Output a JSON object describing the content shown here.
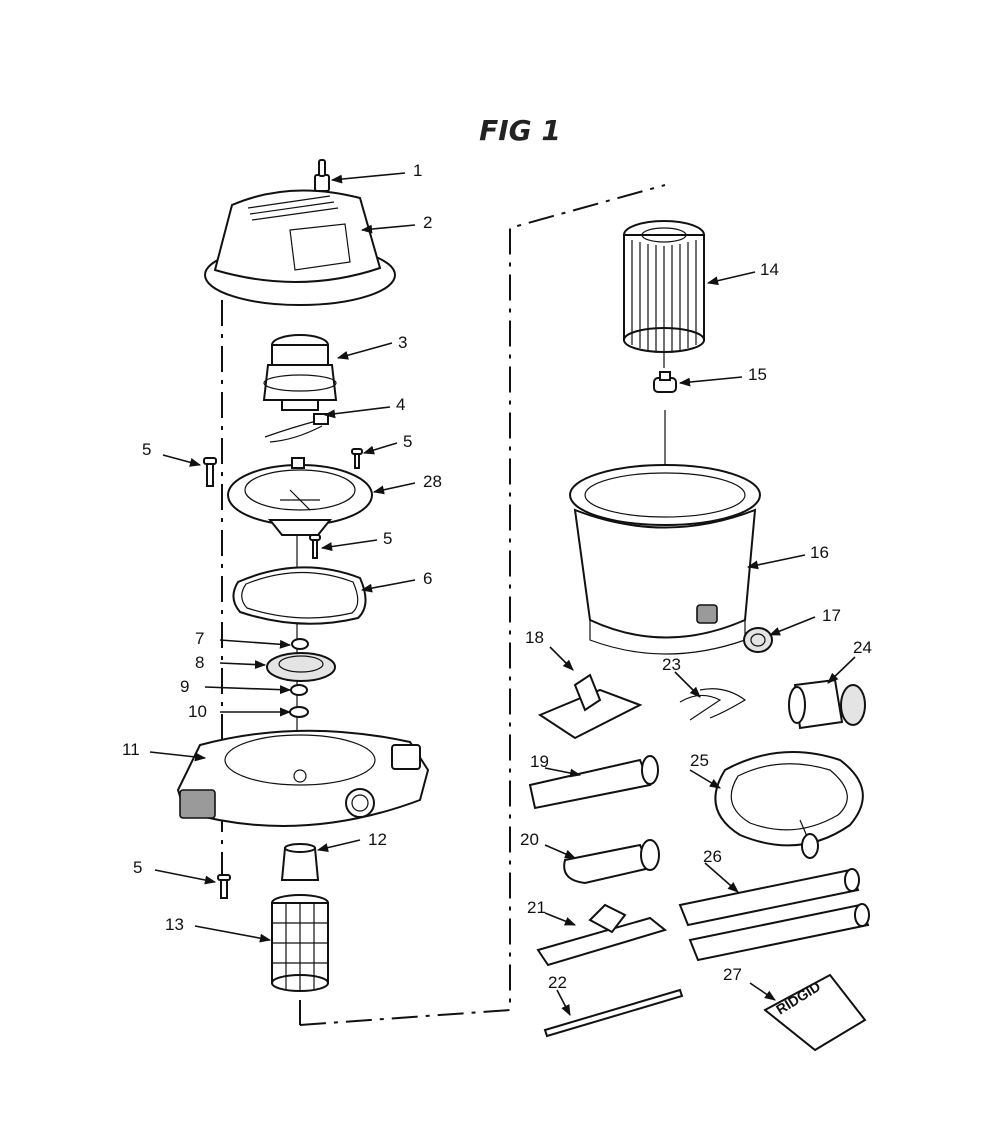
{
  "figure": {
    "title": "FIG 1",
    "brand_text": "RIDGID"
  },
  "callouts": [
    {
      "id": "c1",
      "label": "1"
    },
    {
      "id": "c2",
      "label": "2"
    },
    {
      "id": "c3",
      "label": "3"
    },
    {
      "id": "c4",
      "label": "4"
    },
    {
      "id": "c5a",
      "label": "5"
    },
    {
      "id": "c5b",
      "label": "5"
    },
    {
      "id": "c5c",
      "label": "5"
    },
    {
      "id": "c5d",
      "label": "5"
    },
    {
      "id": "c6",
      "label": "6"
    },
    {
      "id": "c7",
      "label": "7"
    },
    {
      "id": "c8",
      "label": "8"
    },
    {
      "id": "c9",
      "label": "9"
    },
    {
      "id": "c10",
      "label": "10"
    },
    {
      "id": "c11",
      "label": "11"
    },
    {
      "id": "c12",
      "label": "12"
    },
    {
      "id": "c13",
      "label": "13"
    },
    {
      "id": "c14",
      "label": "14"
    },
    {
      "id": "c15",
      "label": "15"
    },
    {
      "id": "c16",
      "label": "16"
    },
    {
      "id": "c17",
      "label": "17"
    },
    {
      "id": "c18",
      "label": "18"
    },
    {
      "id": "c19",
      "label": "19"
    },
    {
      "id": "c20",
      "label": "20"
    },
    {
      "id": "c21",
      "label": "21"
    },
    {
      "id": "c22",
      "label": "22"
    },
    {
      "id": "c23",
      "label": "23"
    },
    {
      "id": "c24",
      "label": "24"
    },
    {
      "id": "c25",
      "label": "25"
    },
    {
      "id": "c26",
      "label": "26"
    },
    {
      "id": "c27",
      "label": "27"
    },
    {
      "id": "c28",
      "label": "28"
    }
  ]
}
